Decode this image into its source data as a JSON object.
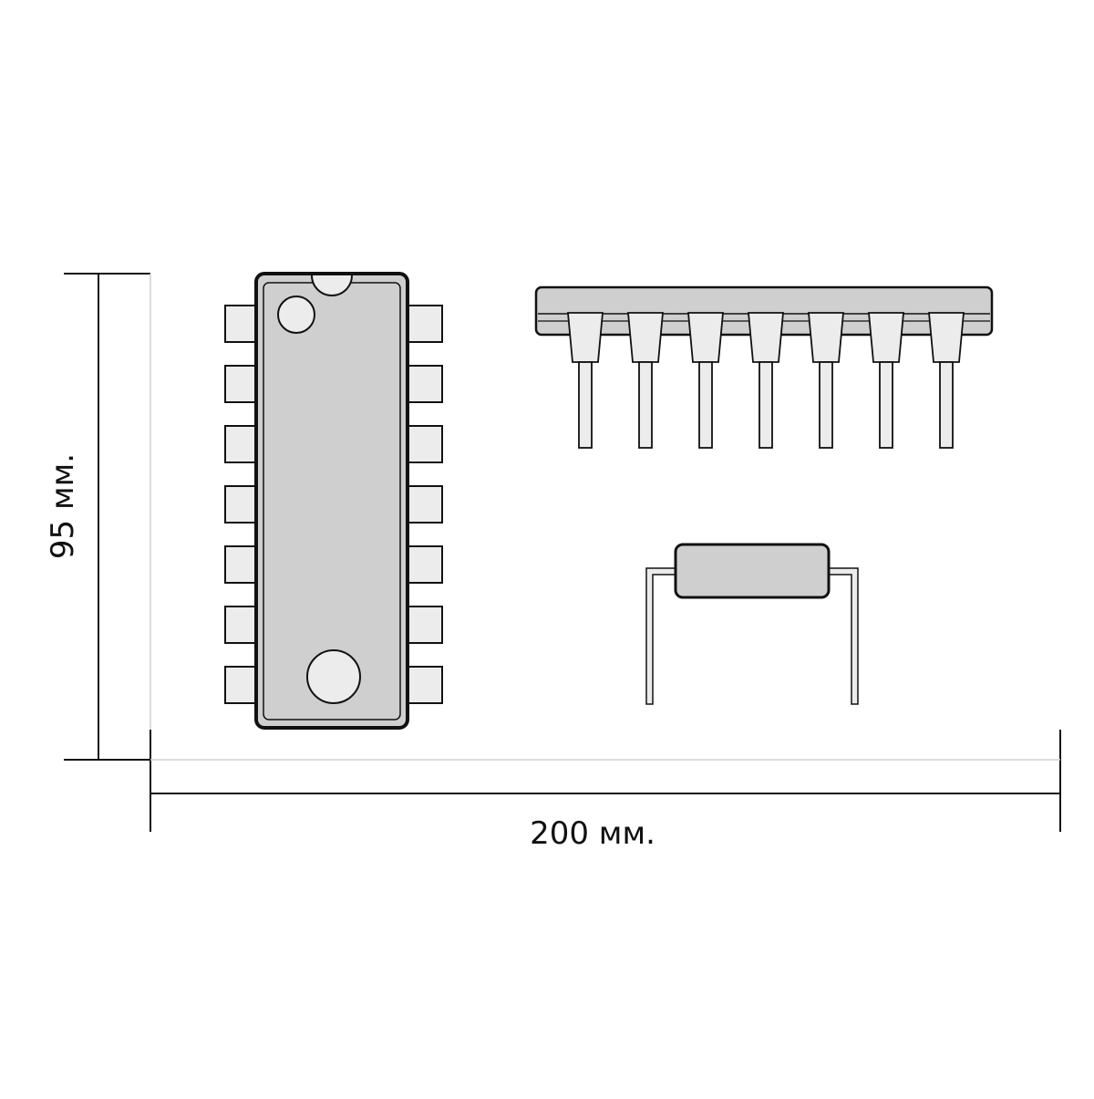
{
  "dimensions": {
    "height_label": "95 мм.",
    "width_label": "200 мм."
  },
  "colors": {
    "body_fill": "#cfcfcf",
    "pad_fill": "#ececec",
    "outline": "#111111",
    "background": "#ffffff"
  },
  "components": {
    "chip_top_view": {
      "pins_per_side": 7
    },
    "chip_side_view": {
      "pin_count": 7
    },
    "axial_component": {
      "lead_count": 2
    }
  }
}
